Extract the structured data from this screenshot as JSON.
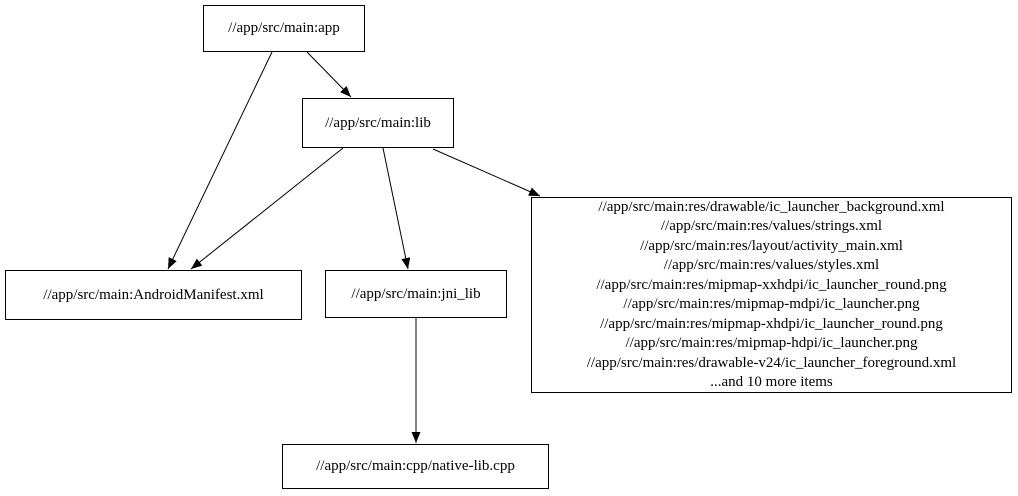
{
  "graph": {
    "background_color": "#ffffff",
    "node_border_color": "#000000",
    "text_color": "#000000",
    "nodes": {
      "app": {
        "label": "//app/src/main:app"
      },
      "lib": {
        "label": "//app/src/main:lib"
      },
      "android_manifest": {
        "label": "//app/src/main:AndroidManifest.xml"
      },
      "jni_lib": {
        "label": "//app/src/main:jni_lib"
      },
      "res_files": {
        "lines": [
          "//app/src/main:res/drawable/ic_launcher_background.xml",
          "//app/src/main:res/values/strings.xml",
          "//app/src/main:res/layout/activity_main.xml",
          "//app/src/main:res/values/styles.xml",
          "//app/src/main:res/mipmap-xxhdpi/ic_launcher_round.png",
          "//app/src/main:res/mipmap-mdpi/ic_launcher.png",
          "//app/src/main:res/mipmap-xhdpi/ic_launcher_round.png",
          "//app/src/main:res/mipmap-hdpi/ic_launcher.png",
          "//app/src/main:res/drawable-v24/ic_launcher_foreground.xml",
          "...and 10 more items"
        ]
      },
      "native_lib_cpp": {
        "label": "//app/src/main:cpp/native-lib.cpp"
      }
    },
    "edges": [
      {
        "from": "app",
        "to": "lib"
      },
      {
        "from": "app",
        "to": "android_manifest"
      },
      {
        "from": "lib",
        "to": "android_manifest"
      },
      {
        "from": "lib",
        "to": "jni_lib"
      },
      {
        "from": "lib",
        "to": "res_files"
      },
      {
        "from": "jni_lib",
        "to": "native_lib_cpp"
      }
    ]
  }
}
